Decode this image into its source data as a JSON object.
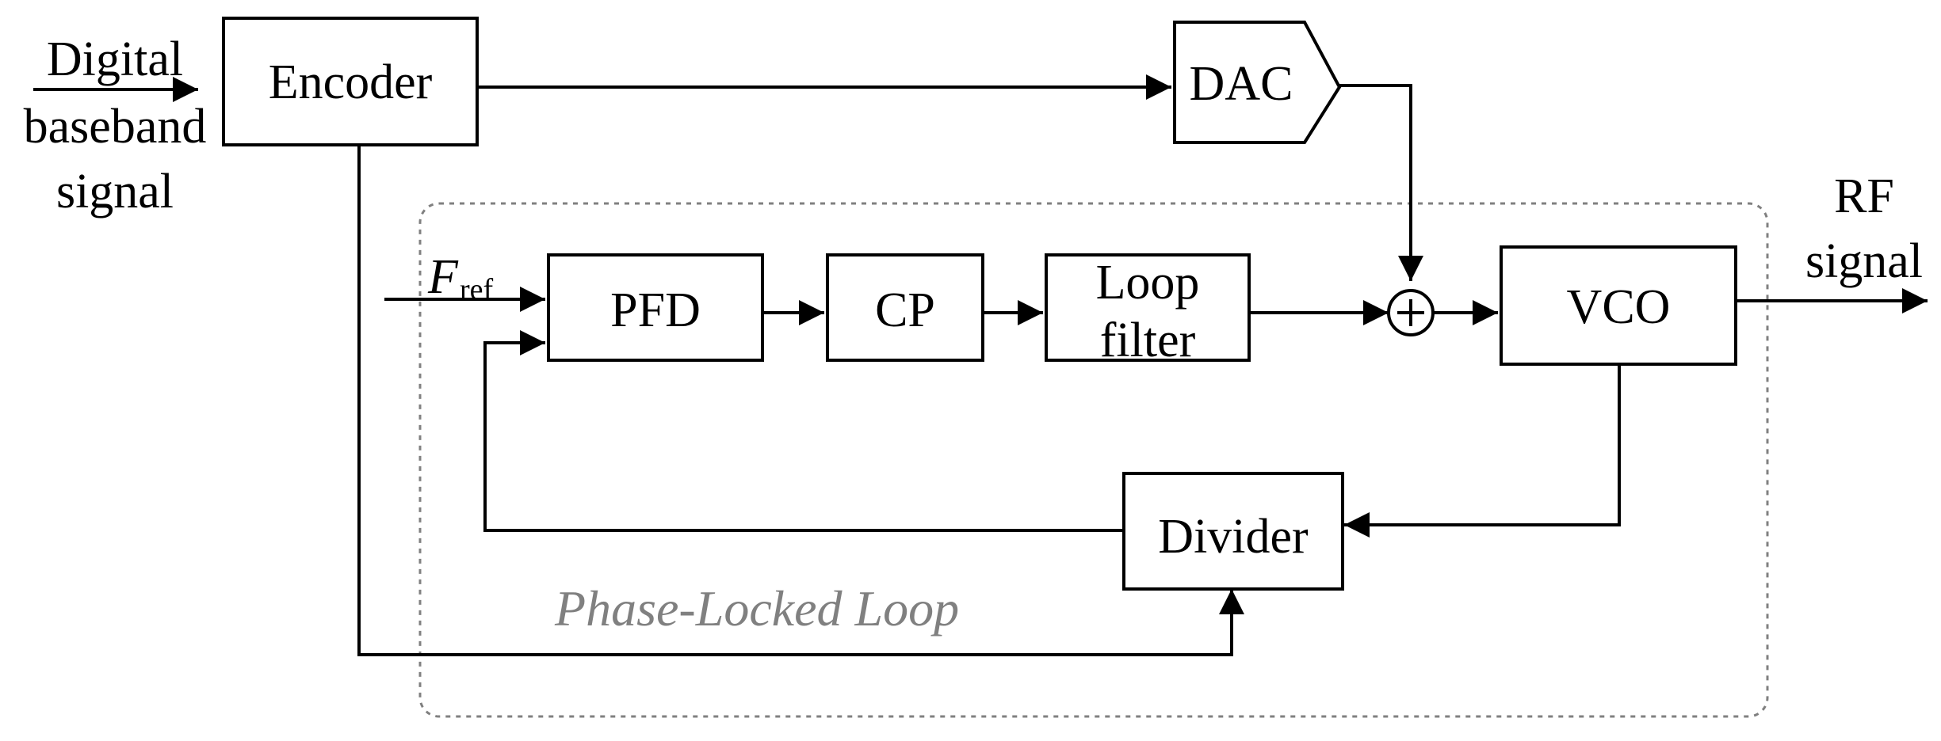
{
  "blocks": {
    "input_label": [
      "Digital",
      "baseband",
      "signal"
    ],
    "encoder": "Encoder",
    "dac": "DAC",
    "fref_main": "F",
    "fref_sub": "ref",
    "pfd": "PFD",
    "cp": "CP",
    "loop_filter": [
      "Loop",
      "filter"
    ],
    "vco": "VCO",
    "output_label": [
      "RF",
      "signal"
    ],
    "divider": "Divider",
    "pll_label": "Phase-Locked Loop",
    "summer_symbol": "+"
  },
  "colors": {
    "stroke": "#000000",
    "pll_boundary": "#808080"
  }
}
